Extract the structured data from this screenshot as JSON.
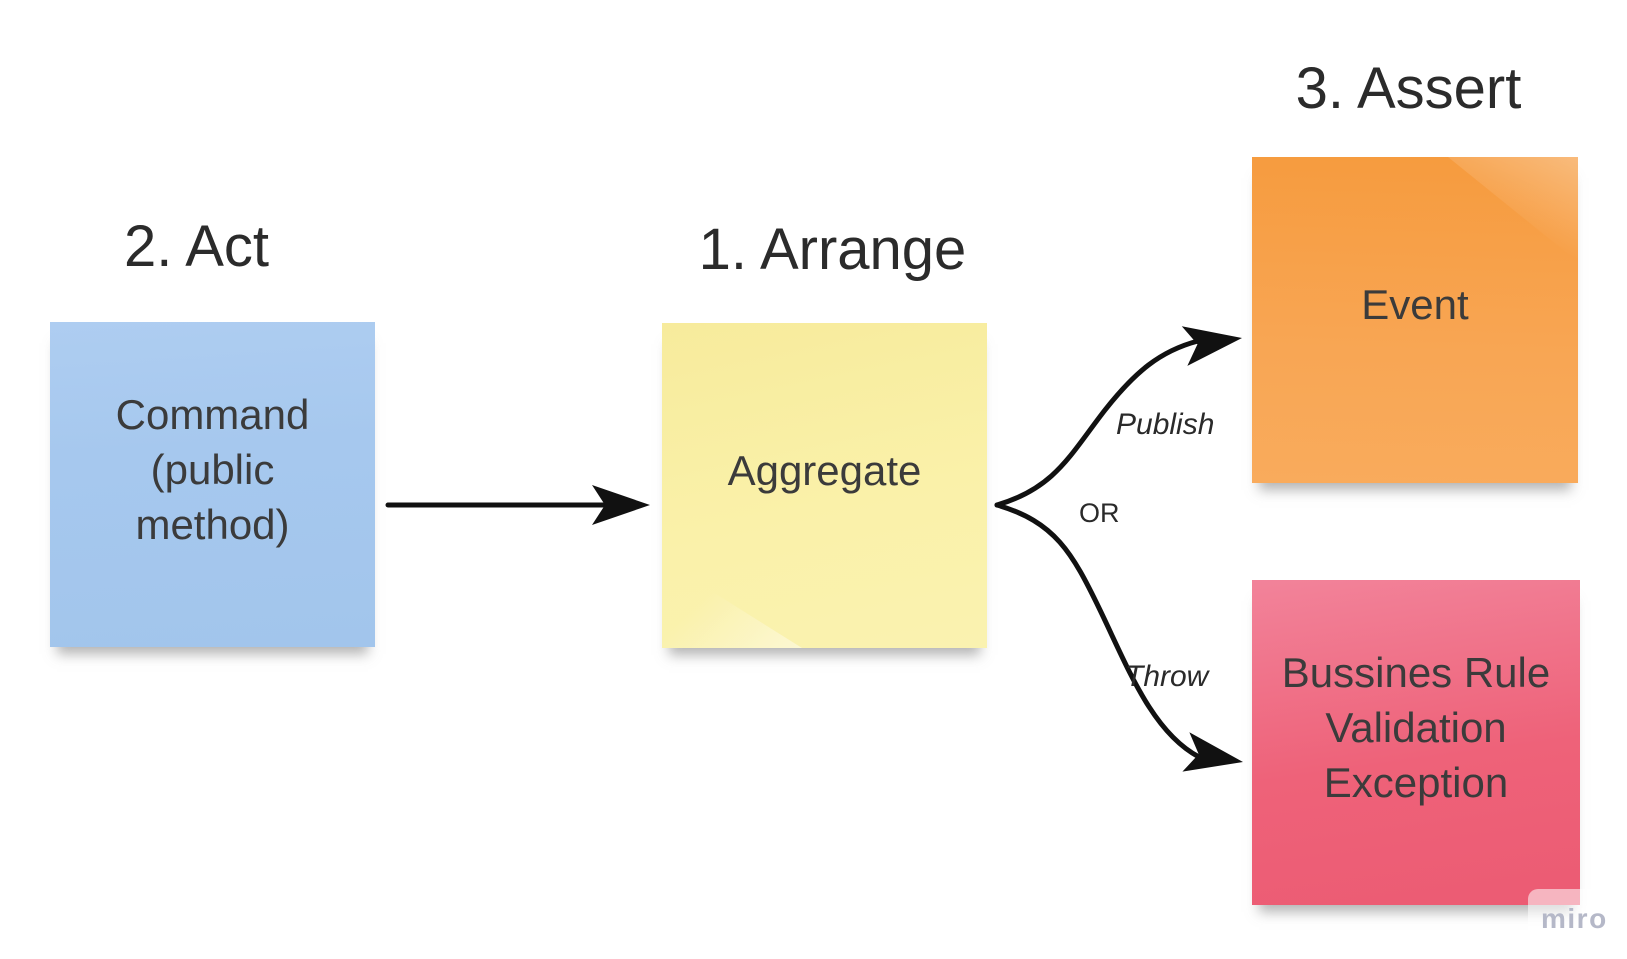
{
  "board": {
    "background_color": "#ffffff"
  },
  "headings": {
    "arrange": "1. Arrange",
    "act": "2. Act",
    "assert": "3. Assert"
  },
  "notes": {
    "command": {
      "text": "Command (public method)",
      "color": "#a4c6ee"
    },
    "aggregate": {
      "text": "Aggregate",
      "color": "#f9f0a3"
    },
    "event": {
      "text": "Event",
      "color": "#f79f47"
    },
    "exception": {
      "text": "Bussines Rule Validation Exception",
      "color": "#ee6077"
    }
  },
  "connectors": {
    "command_to_aggregate": {
      "from": "Command (public method)",
      "to": "Aggregate",
      "label": ""
    },
    "aggregate_to_event": {
      "from": "Aggregate",
      "to": "Event",
      "label": "Publish"
    },
    "aggregate_to_exception": {
      "from": "Aggregate",
      "to": "Bussines Rule Validation Exception",
      "label": "Throw"
    },
    "branch_label": "OR"
  },
  "watermark": {
    "label": "miro"
  },
  "colors": {
    "arrow": "#111111",
    "note_text": "#3b3b3b",
    "heading_text": "#2b2b2b",
    "label_text": "#2a2a2a",
    "watermark_text": "#b5b8c8"
  }
}
